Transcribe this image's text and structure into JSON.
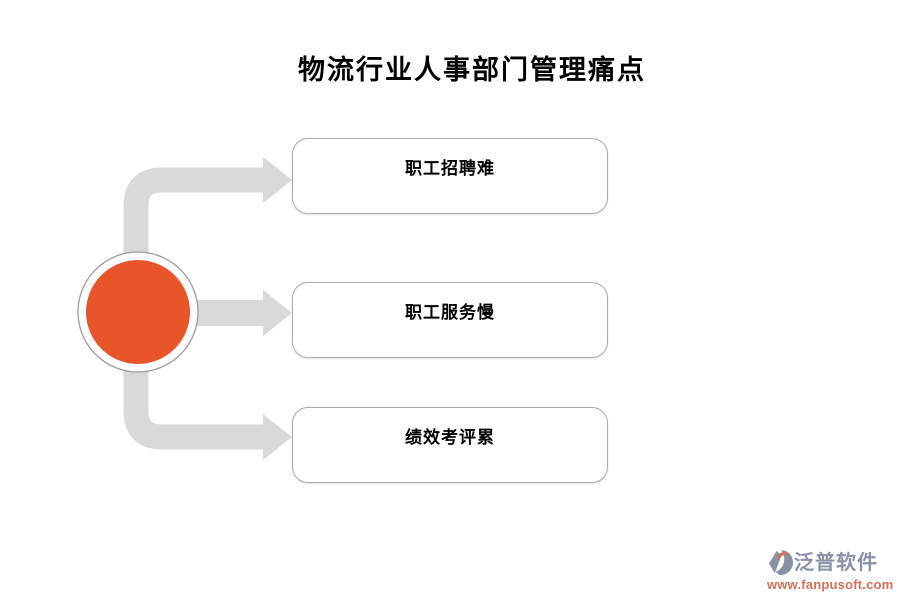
{
  "title": "物流行业人事部门管理痛点",
  "diagram": {
    "hub": {
      "name": "pain-point-hub"
    },
    "items": [
      {
        "label": "职工招聘难"
      },
      {
        "label": "职工服务慢"
      },
      {
        "label": "绩效考评累"
      }
    ]
  },
  "colors": {
    "hub_fill": "#E9552B",
    "hub_ring_border": "#9C9C9C",
    "connector": "#D9D9D9",
    "box_border": "#ABABAB",
    "title_text": "#000000",
    "brand_text": "#8A92A6",
    "url_text": "#D4705A"
  },
  "watermark": {
    "brand": "泛普软件",
    "url": "www.fanpusoft.com",
    "logo_icon": "fanpu-logo"
  }
}
